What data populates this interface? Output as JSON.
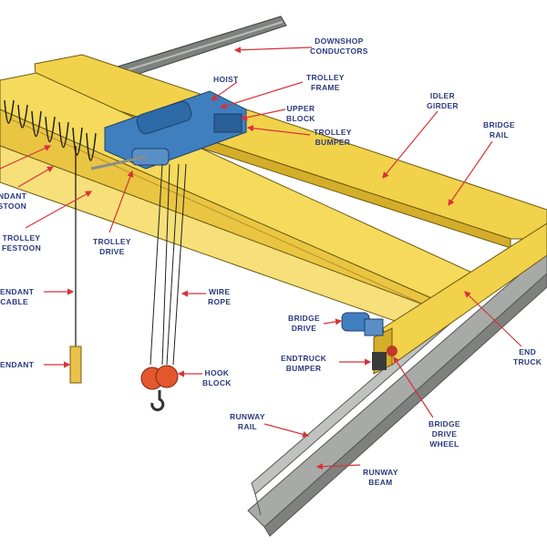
{
  "diagram": {
    "title": "Overhead bridge crane components",
    "colors": {
      "label": "#2b3a7c",
      "arrow": "#d8323a",
      "girder": "#f2d24b",
      "trolley": "#3f7fbf",
      "rail": "#9a9d9a",
      "hook": "#e4572e"
    },
    "labels": [
      {
        "id": "downshop-conductors",
        "lines": [
          "DOWNSHOP",
          "CONDUCTORS"
        ]
      },
      {
        "id": "hoist",
        "lines": [
          "HOIST"
        ]
      },
      {
        "id": "trolley-frame",
        "lines": [
          "TROLLEY",
          "FRAME"
        ]
      },
      {
        "id": "upper-block",
        "lines": [
          "UPPER",
          "BLOCK"
        ]
      },
      {
        "id": "trolley-bumper",
        "lines": [
          "TROLLEY",
          "BUMPER"
        ]
      },
      {
        "id": "idler-girder",
        "lines": [
          "IDLER",
          "GIRDER"
        ]
      },
      {
        "id": "bridge-rail",
        "lines": [
          "BRIDGE",
          "RAIL"
        ]
      },
      {
        "id": "pendant-festoon",
        "lines": [
          "PENDANT",
          "FESTOON"
        ]
      },
      {
        "id": "trolley-festoon",
        "lines": [
          "TROLLEY",
          "FESTOON"
        ]
      },
      {
        "id": "trolley-drive",
        "lines": [
          "TROLLEY",
          "DRIVE"
        ]
      },
      {
        "id": "pendant-cable",
        "lines": [
          "PENDANT",
          "CABLE"
        ]
      },
      {
        "id": "pendant",
        "lines": [
          "PENDANT"
        ]
      },
      {
        "id": "wire-rope",
        "lines": [
          "WIRE",
          "ROPE"
        ]
      },
      {
        "id": "hook-block",
        "lines": [
          "HOOK",
          "BLOCK"
        ]
      },
      {
        "id": "bridge-drive",
        "lines": [
          "BRIDGE",
          "DRIVE"
        ]
      },
      {
        "id": "endtruck-bumper",
        "lines": [
          "ENDTRUCK",
          "BUMPER"
        ]
      },
      {
        "id": "end-truck",
        "lines": [
          "END",
          "TRUCK"
        ]
      },
      {
        "id": "runway-rail",
        "lines": [
          "RUNWAY",
          "RAIL"
        ]
      },
      {
        "id": "bridge-drive-wheel",
        "lines": [
          "BRIDGE",
          "DRIVE",
          "WHEEL"
        ]
      },
      {
        "id": "runway-beam",
        "lines": [
          "RUNWAY",
          "BEAM"
        ]
      }
    ]
  }
}
